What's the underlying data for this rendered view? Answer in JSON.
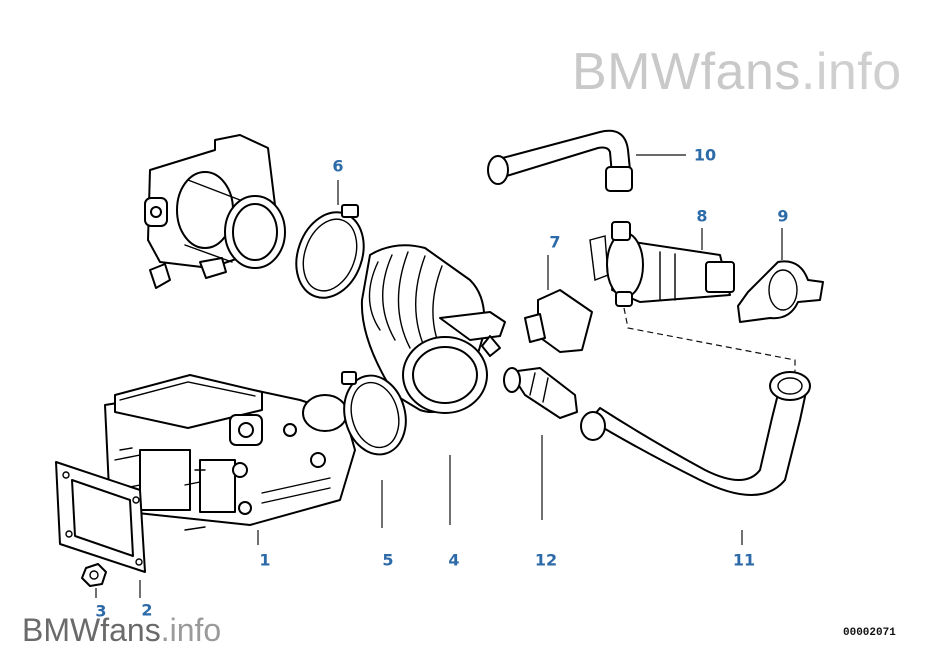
{
  "watermark_top": {
    "brand": "BMWfans",
    "suffix": ".info"
  },
  "watermark_bottom": {
    "brand": "BMWfans",
    "suffix": ".info"
  },
  "diagram_id": "00002071",
  "callouts": {
    "c1": "1",
    "c2": "2",
    "c3": "3",
    "c4": "4",
    "c5": "5",
    "c6": "6",
    "c7": "7",
    "c8": "8",
    "c9": "9",
    "c10": "10",
    "c11": "11",
    "c12": "12"
  },
  "colors": {
    "callout": "#2d6aa8",
    "watermark_top": "#c9c9c9",
    "watermark_bottom": "#6a6a6a"
  }
}
